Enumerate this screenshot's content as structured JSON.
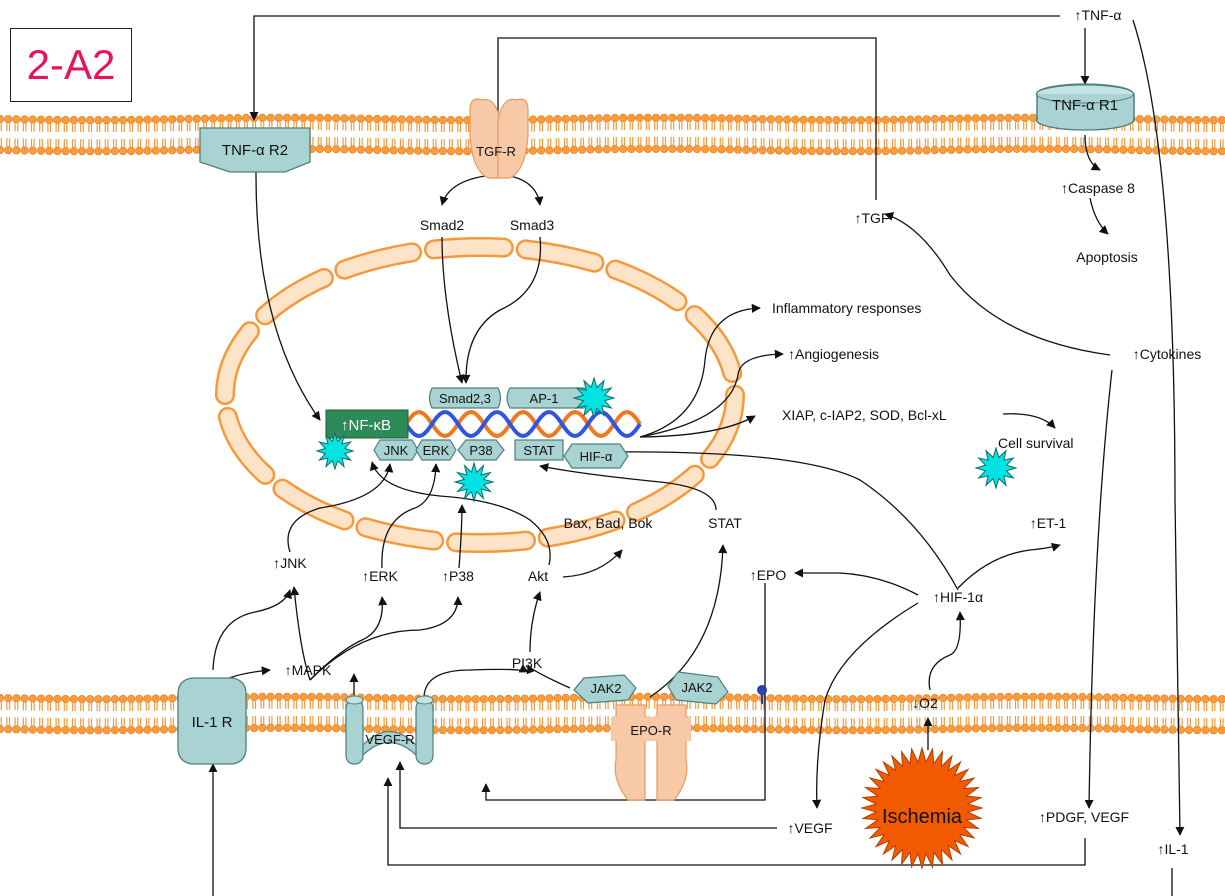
{
  "diagram_id": "2-A2",
  "colors": {
    "membrane": "#f59a3c",
    "membrane_dot": "#fb9c3c",
    "nucleus": "#f6c89a",
    "receptor_fill": "#a9d3d3",
    "nfkb_fill": "#2e8b57",
    "starburst": "#00e3e3",
    "ischemia": "#f25a00",
    "dna_orange": "#f0781e",
    "dna_blue": "#3055e0",
    "id_text": "#e8135d"
  },
  "receptors": {
    "tnf_r2": "TNF-α R2",
    "tnf_r1": "TNF-α R1",
    "tgf_r": "TGF-R",
    "il1_r": "IL-1 R",
    "vegf_r": "VEGF-R",
    "epo_r": "EPO-R",
    "jak2_left": "JAK2",
    "jak2_right": "JAK2"
  },
  "nuclear_factors": {
    "nfkb": "↑NF-κB",
    "smad23": "Smad2,3",
    "ap1": "AP-1",
    "jnk": "JNK",
    "erk": "ERK",
    "p38": "P38",
    "stat": "STAT",
    "hif": "HIF-α"
  },
  "labels": {
    "tnf_alpha": "↑TNF-α",
    "caspase8": "↑Caspase 8",
    "apoptosis": "Apoptosis",
    "tgf": "↑TGF",
    "smad2": "Smad2",
    "smad3": "Smad3",
    "inflammatory": "Inflammatory  responses",
    "angiogenesis": "↑Angiogenesis",
    "xiap": "XIAP, c-IAP2, SOD, Bcl-xL",
    "cell_survival": "Cell survival",
    "cytokines": "↑Cytokines",
    "bax": "Bax, Bad, Bok",
    "stat_cyt": "STAT",
    "et1": "↑ET-1",
    "jnk_cyt": "↑JNK",
    "erk_cyt": "↑ERK",
    "p38_cyt": "↑P38",
    "akt": "Akt",
    "epo": "↑EPO",
    "hif1a": "↑HIF-1α",
    "mapk": "↑MAPK",
    "pi3k": "PI3K",
    "o2": "↓O2",
    "vegf": "↑VEGF",
    "pdgf_vegf": "↑PDGF, VEGF",
    "il1": "↑IL-1",
    "ischemia": "Ischemia"
  }
}
